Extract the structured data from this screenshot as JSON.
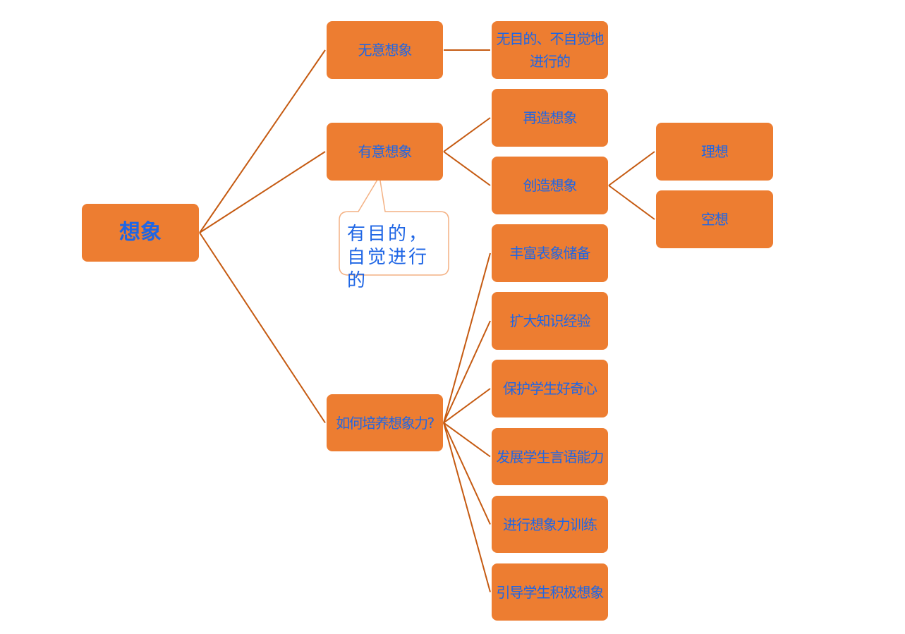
{
  "colors": {
    "node_fill": "#ed7d31",
    "node_text": "#1f66e5",
    "connector": "#c55a11",
    "callout_border": "#f4b183",
    "callout_text": "#1f66e5"
  },
  "root": {
    "label": "想象"
  },
  "branches": [
    {
      "label": "无意想象",
      "children": [
        {
          "label": "无目的、不自觉地进行的"
        }
      ]
    },
    {
      "label": "有意想象",
      "callout": "有目的，自觉进行的",
      "children": [
        {
          "label": "再造想象"
        },
        {
          "label": "创造想象",
          "children": [
            {
              "label": "理想"
            },
            {
              "label": "空想"
            }
          ]
        }
      ]
    },
    {
      "label": "如何培养想象力?",
      "children": [
        {
          "label": "丰富表象储备"
        },
        {
          "label": "扩大知识经验"
        },
        {
          "label": "保护学生好奇心"
        },
        {
          "label": "发展学生言语能力"
        },
        {
          "label": "进行想象力训练"
        },
        {
          "label": "引导学生积极想象"
        }
      ]
    }
  ]
}
